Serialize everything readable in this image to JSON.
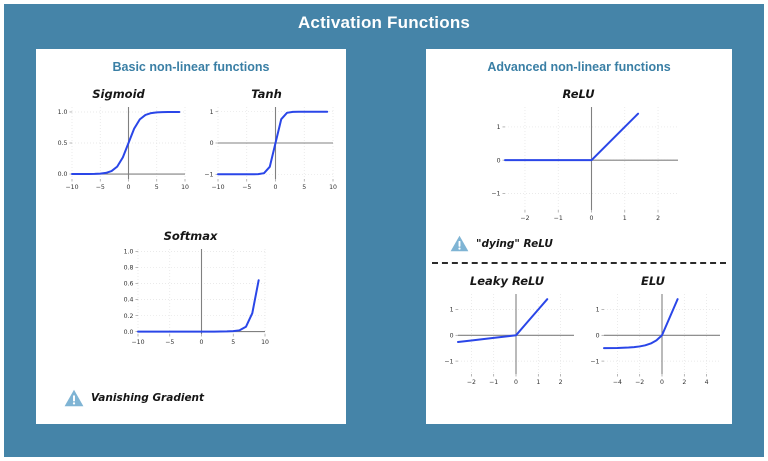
{
  "slide": {
    "title": "Activation Functions",
    "background_color": "#4584a8",
    "card_color": "#ffffff",
    "heading_color": "#3a7fa5",
    "curve_color": "#2a46e8",
    "axis_color": "#808080",
    "grid_color": "#e3e3e3",
    "warning_icon_color": "#7fb4d4"
  },
  "panels": [
    {
      "id": "basic",
      "title": "Basic non-linear functions",
      "note": {
        "icon": "warning-triangle-icon",
        "text": "Vanishing Gradient"
      }
    },
    {
      "id": "advanced",
      "title": "Advanced non-linear functions",
      "note": {
        "icon": "warning-triangle-icon",
        "text": "\"dying\" ReLU"
      }
    }
  ],
  "chart_data": [
    {
      "id": "sigmoid",
      "type": "line",
      "title": "Sigmoid",
      "xlabel": "",
      "ylabel": "",
      "xlim": [
        -10,
        10
      ],
      "ylim": [
        -0.08,
        1.08
      ],
      "grid": true,
      "legend": "none",
      "xticks": [
        -10,
        -5,
        0,
        5,
        10
      ],
      "xticklabels": [
        "−10",
        "−5",
        "0",
        "5",
        "10"
      ],
      "yticks": [
        0.0,
        0.5,
        1.0
      ],
      "yticklabels": [
        "0.0",
        "0.5",
        "1.0"
      ],
      "x": [
        -10,
        -9,
        -8,
        -7,
        -6,
        -5,
        -4,
        -3,
        -2,
        -1,
        0,
        1,
        2,
        3,
        4,
        5,
        6,
        7,
        8,
        9
      ],
      "y": [
        0.0,
        0.0001,
        0.0003,
        0.0009,
        0.0025,
        0.0067,
        0.018,
        0.0474,
        0.1192,
        0.2689,
        0.5,
        0.7311,
        0.8808,
        0.9526,
        0.982,
        0.9933,
        0.9975,
        0.9991,
        0.9997,
        0.9999
      ]
    },
    {
      "id": "tanh",
      "type": "line",
      "title": "Tanh",
      "xlabel": "",
      "ylabel": "",
      "xlim": [
        -10,
        10
      ],
      "ylim": [
        -1.15,
        1.15
      ],
      "grid": true,
      "legend": "none",
      "xticks": [
        -10,
        -5,
        0,
        5,
        10
      ],
      "xticklabels": [
        "−10",
        "−5",
        "0",
        "5",
        "10"
      ],
      "yticks": [
        -1,
        0,
        1
      ],
      "yticklabels": [
        "−1",
        "0",
        "1"
      ],
      "x": [
        -10,
        -9,
        -8,
        -7,
        -6,
        -5,
        -4,
        -3,
        -2,
        -1,
        0,
        1,
        2,
        3,
        4,
        5,
        6,
        7,
        8,
        9
      ],
      "y": [
        -1.0,
        -1.0,
        -1.0,
        -1.0,
        -0.9999,
        -0.9999,
        -0.9993,
        -0.9951,
        -0.964,
        -0.7616,
        0.0,
        0.7616,
        0.964,
        0.9951,
        0.9993,
        0.9999,
        0.9999,
        1.0,
        1.0,
        1.0
      ]
    },
    {
      "id": "softmax",
      "type": "line",
      "title": "Softmax",
      "xlabel": "",
      "ylabel": "",
      "xlim": [
        -10,
        10
      ],
      "ylim": [
        -0.03,
        1.03
      ],
      "grid": true,
      "legend": "none",
      "xticks": [
        -10,
        -5,
        0,
        5,
        10
      ],
      "xticklabels": [
        "−10",
        "−5",
        "0",
        "5",
        "10"
      ],
      "yticks": [
        0.0,
        0.2,
        0.4,
        0.6,
        0.8,
        1.0
      ],
      "yticklabels": [
        "0.0",
        "0.2",
        "0.4",
        "0.6",
        "0.8",
        "1.0"
      ],
      "x": [
        -10,
        -9,
        -8,
        -7,
        -6,
        -5,
        -4,
        -3,
        -2,
        -1,
        0,
        1,
        2,
        3,
        4,
        5,
        6,
        7,
        8,
        9
      ],
      "y": [
        0.0,
        0.0,
        0.0,
        0.0,
        0.0,
        0.0,
        0.0,
        0.0,
        0.0,
        0.0,
        0.0,
        0.0,
        0.0,
        0.001,
        0.002,
        0.006,
        0.016,
        0.06,
        0.23,
        0.64
      ]
    },
    {
      "id": "relu",
      "type": "line",
      "title": "ReLU",
      "xlabel": "",
      "ylabel": "",
      "xlim": [
        -2.6,
        2.6
      ],
      "ylim": [
        -1.5,
        1.6
      ],
      "grid": true,
      "legend": "none",
      "xticks": [
        -2,
        -1,
        0,
        1,
        2
      ],
      "xticklabels": [
        "−2",
        "−1",
        "0",
        "1",
        "2"
      ],
      "yticks": [
        -1,
        0,
        1
      ],
      "yticklabels": [
        "−1",
        "0",
        "1"
      ],
      "x": [
        -2.6,
        -2,
        -1,
        0,
        0.5,
        1,
        1.4
      ],
      "y": [
        0,
        0,
        0,
        0,
        0.5,
        1.0,
        1.4
      ]
    },
    {
      "id": "leaky-relu",
      "type": "line",
      "title": "Leaky ReLU",
      "xlabel": "",
      "ylabel": "",
      "xlim": [
        -2.6,
        2.6
      ],
      "ylim": [
        -1.5,
        1.6
      ],
      "grid": true,
      "legend": "none",
      "xticks": [
        -2,
        -1,
        0,
        1,
        2
      ],
      "xticklabels": [
        "−2",
        "−1",
        "0",
        "1",
        "2"
      ],
      "yticks": [
        -1,
        0,
        1
      ],
      "yticklabels": [
        "−1",
        "0",
        "1"
      ],
      "x": [
        -2.6,
        -2,
        -1,
        0,
        0.5,
        1,
        1.4
      ],
      "y": [
        -0.26,
        -0.2,
        -0.1,
        0,
        0.5,
        1.0,
        1.4
      ]
    },
    {
      "id": "elu",
      "type": "line",
      "title": "ELU",
      "xlabel": "",
      "ylabel": "",
      "xlim": [
        -5.2,
        5.2
      ],
      "ylim": [
        -1.5,
        1.6
      ],
      "grid": true,
      "legend": "none",
      "xticks": [
        -4,
        -2,
        0,
        2,
        4
      ],
      "xticklabels": [
        "−4",
        "−2",
        "0",
        "2",
        "4"
      ],
      "yticks": [
        -1,
        0,
        1
      ],
      "yticklabels": [
        "−1",
        "0",
        "1"
      ],
      "x": [
        -5.2,
        -4,
        -3,
        -2.5,
        -2,
        -1.5,
        -1,
        -0.5,
        0,
        0.5,
        1,
        1.4
      ],
      "y": [
        -0.497,
        -0.491,
        -0.475,
        -0.459,
        -0.432,
        -0.388,
        -0.316,
        -0.197,
        0,
        0.5,
        1.0,
        1.4
      ]
    }
  ]
}
